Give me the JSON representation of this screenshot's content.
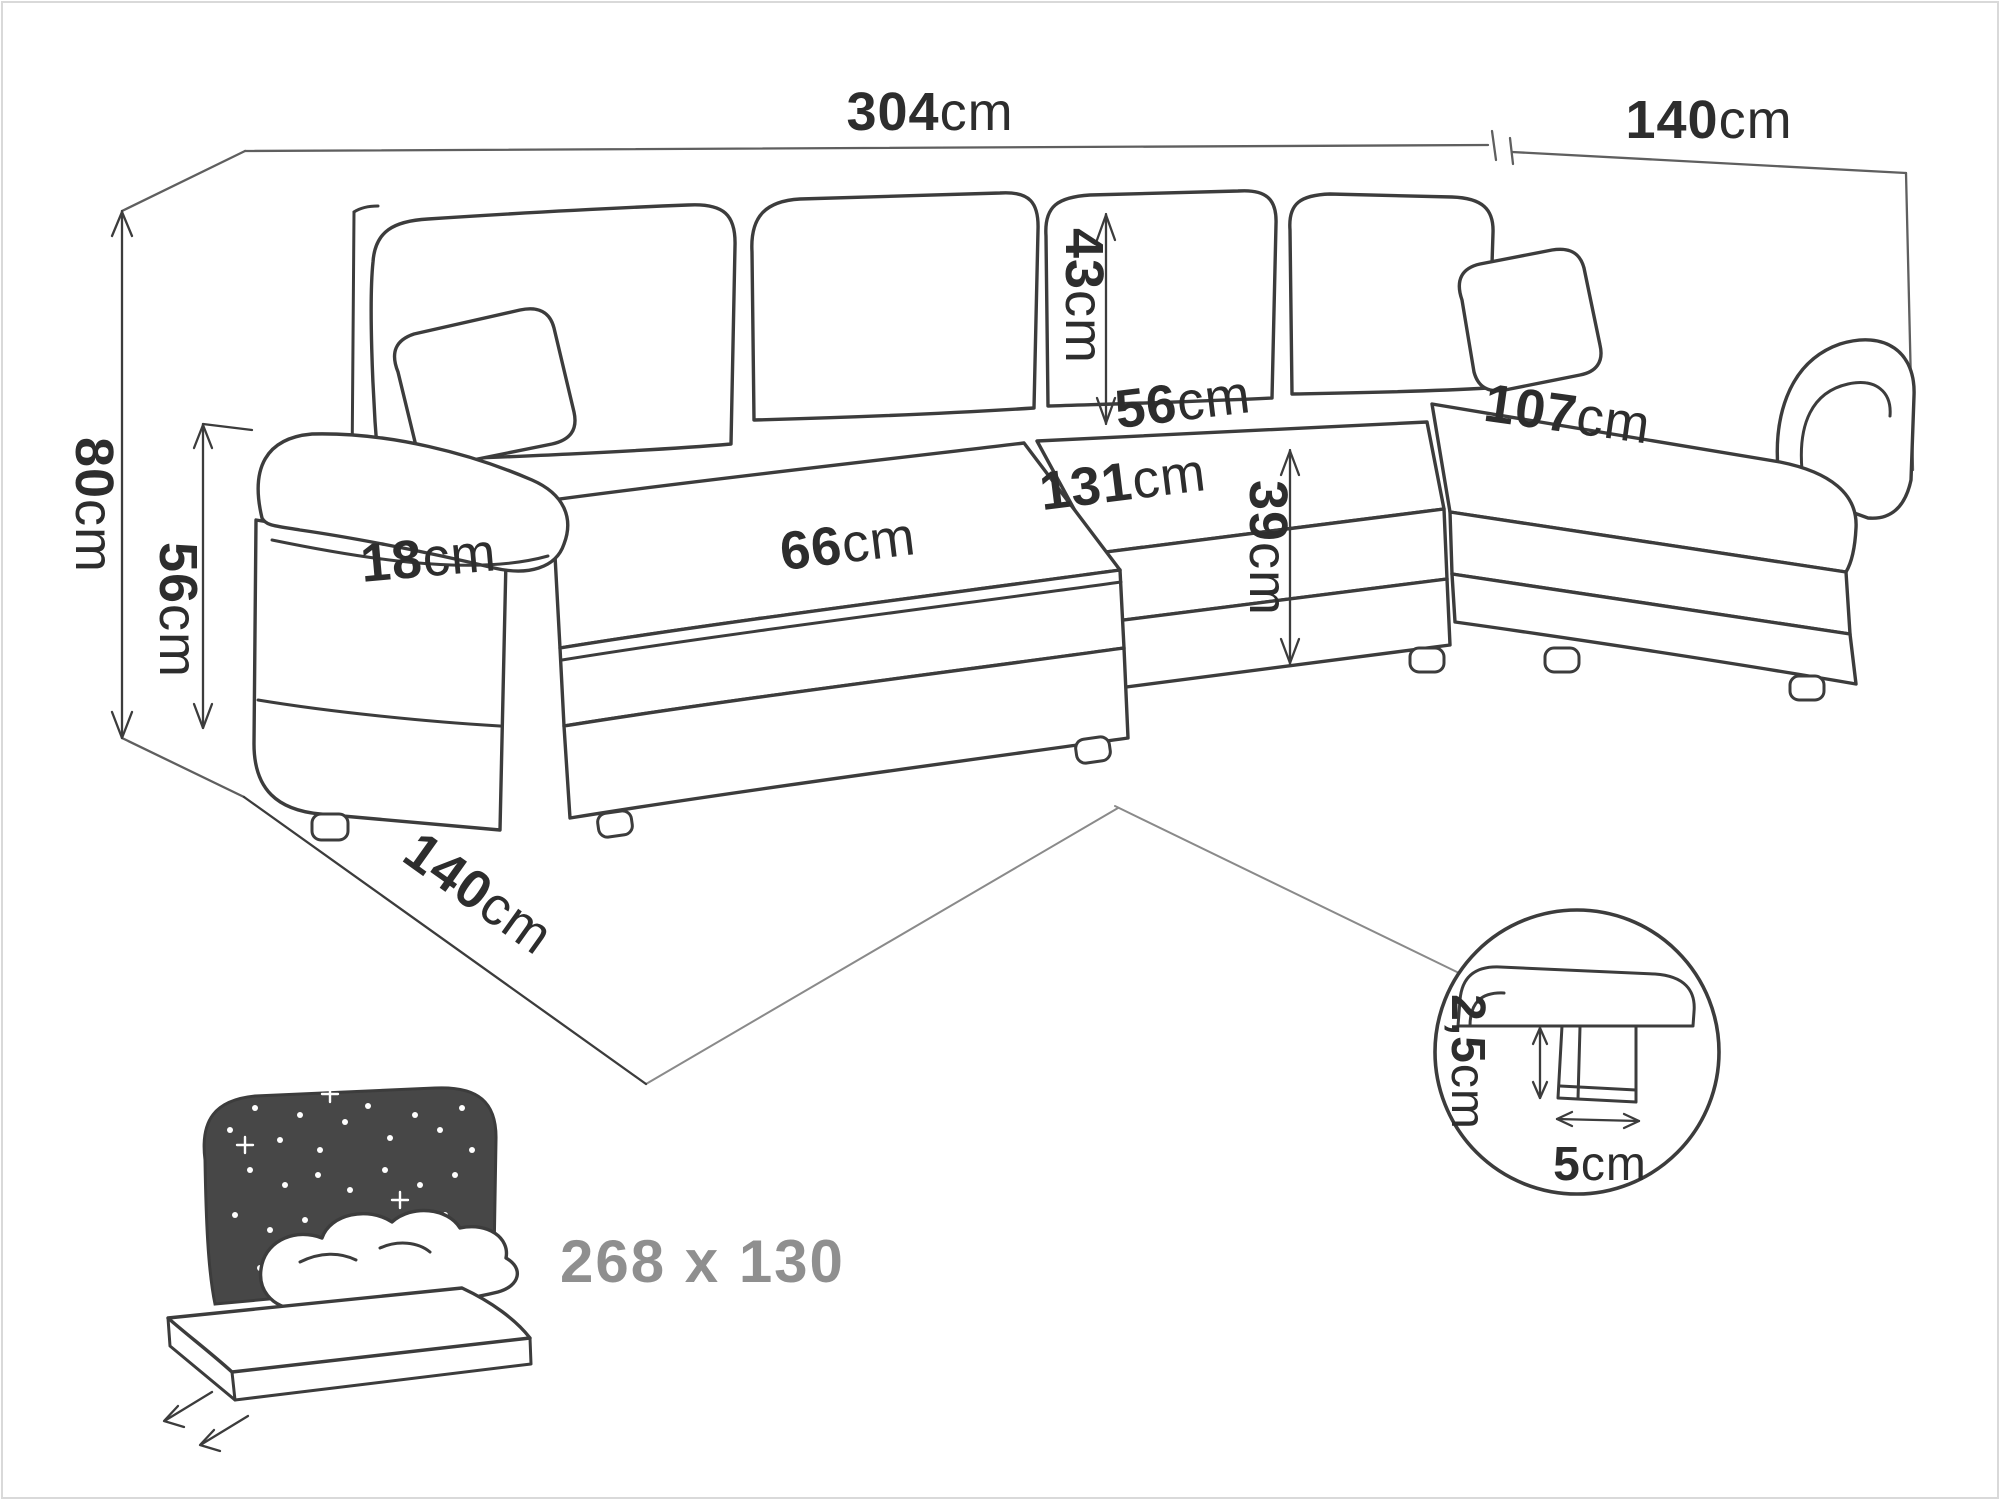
{
  "diagram": {
    "type": "furniture-dimension-diagram",
    "subject": "U-shaped corner sofa bed with sleeping function",
    "unit_default": "cm",
    "labels": {
      "total_width": {
        "value": "304",
        "unit": "cm"
      },
      "right_side_depth": {
        "value": "140",
        "unit": "cm"
      },
      "total_height": {
        "value": "80",
        "unit": "cm"
      },
      "backrest_height": {
        "value": "56",
        "unit": "cm"
      },
      "armrest_width": {
        "value": "18",
        "unit": "cm"
      },
      "left_chaise_seat_width": {
        "value": "66",
        "unit": "cm"
      },
      "middle_seat_width": {
        "value": "131",
        "unit": "cm"
      },
      "back_cushion_height": {
        "value": "43",
        "unit": "cm"
      },
      "seat_depth": {
        "value": "56",
        "unit": "cm"
      },
      "seat_height": {
        "value": "39",
        "unit": "cm"
      },
      "right_chaise_seat_length": {
        "value": "107",
        "unit": "cm"
      },
      "left_side_depth": {
        "value": "140",
        "unit": "cm"
      },
      "leg_height": {
        "value": "2,5",
        "unit": "cm"
      },
      "leg_width": {
        "value": "5",
        "unit": "cm"
      }
    },
    "sleeping_function": {
      "bed_size": "268 x 130"
    },
    "icons": [
      "sleeping-function-icon",
      "leg-detail-magnifier-icon"
    ],
    "colors": {
      "line": "#3c3c3c",
      "wireframe": "#5f5f5f",
      "label": "#2d2d2d",
      "muted_label": "#8f8f8f",
      "bed_dark": "#474747",
      "background": "#ffffff",
      "border": "#d9d9d9"
    }
  }
}
